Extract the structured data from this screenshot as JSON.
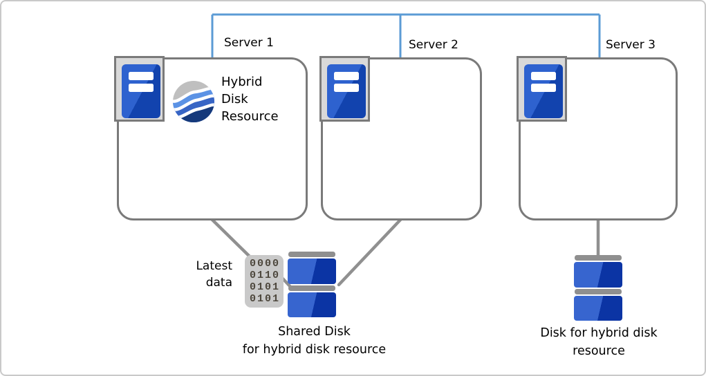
{
  "colors": {
    "wire-blue": "#5b9bd5",
    "wire-gray": "#909090",
    "box-border": "#7a7a7a",
    "frame-fill": "#d9d9d9",
    "server-blue-light": "#2e62cf",
    "server-blue-dark": "#1243ae",
    "disk-blue-light": "#3765cf",
    "disk-blue-dark": "#0b34a4",
    "disk-bar": "#8f8f8f",
    "binary-bg": "#c9c9c9",
    "binary-digit": "#4d473d",
    "sphere-gray": "#bfbfbf",
    "sphere-light": "#5b92e5",
    "sphere-mid": "#3765c5",
    "sphere-navy": "#15397b",
    "text": "#000000"
  },
  "servers": [
    {
      "label": "Server 1"
    },
    {
      "label": "Server 2"
    },
    {
      "label": "Server 3"
    }
  ],
  "hybrid_resource_label": "Hybrid\nDisk\nResource",
  "latest_data_label": "Latest\ndata",
  "binary_icon": {
    "rows": [
      "0000",
      "0110",
      "0101",
      "0101"
    ]
  },
  "shared_disk_caption": "Shared Disk\nfor hybrid disk resource",
  "hybrid_disk_caption": "Disk for hybrid disk\nresource"
}
